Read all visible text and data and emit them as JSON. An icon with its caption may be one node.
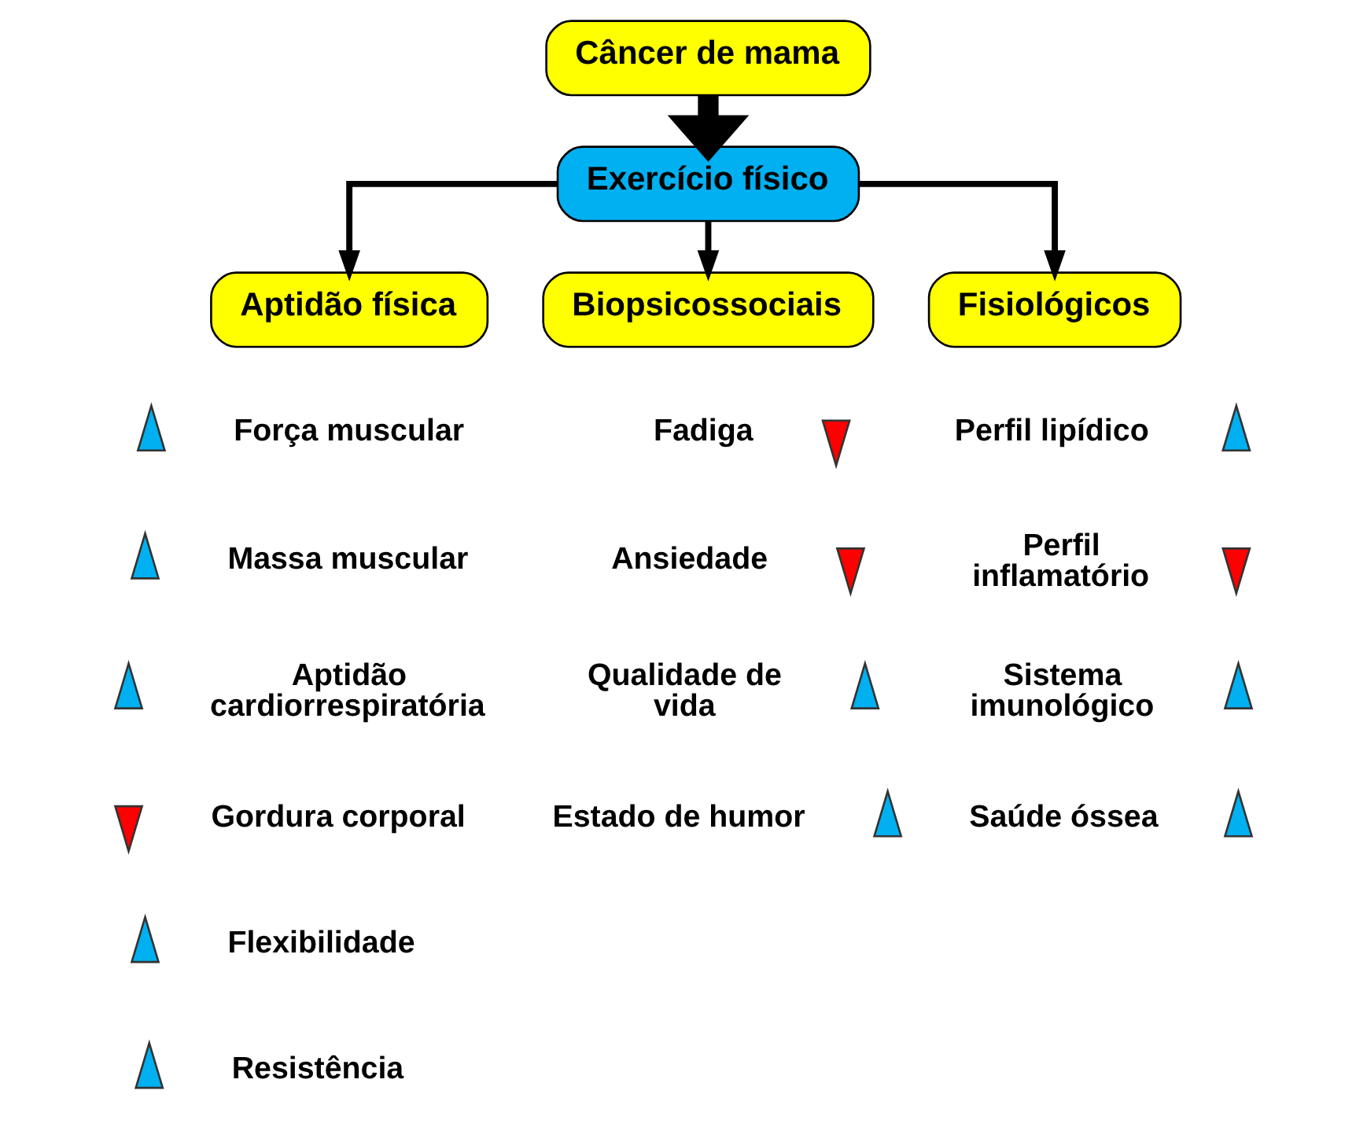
{
  "diagram": {
    "nodes": [
      {
        "text": [
          "Câncer de mama"
        ]
      },
      {
        "text": [
          "Exercício físico"
        ]
      },
      {
        "text": [
          "Aptidão física"
        ]
      },
      {
        "text": [
          "Biopsicossociais"
        ]
      },
      {
        "text": [
          "Fisiológicos"
        ]
      },
      {
        "text": [],
        "shape": "uparrow"
      },
      {
        "text": [],
        "shape": "uparrow"
      },
      {
        "text": [],
        "shape": "uparrow"
      },
      {
        "text": [],
        "shape": "downarrow"
      },
      {
        "text": [],
        "shape": "uparrow"
      },
      {
        "text": [],
        "shape": "uparrow"
      },
      {
        "text": [],
        "shape": "downarrow"
      },
      {
        "text": [],
        "shape": "downarrow"
      },
      {
        "text": [],
        "shape": "uparrow"
      },
      {
        "text": [],
        "shape": "uparrow"
      },
      {
        "text": [],
        "shape": "uparrow"
      },
      {
        "text": [],
        "shape": "downarrow"
      },
      {
        "text": [],
        "shape": "uparrow"
      },
      {
        "text": [],
        "shape": "uparrow"
      }
    ],
    "edges": [
      {
        "from": 0,
        "to": 1,
        "arrow": "to",
        "style": "thick"
      },
      {
        "from": 1,
        "to": 2,
        "arrow": "to"
      },
      {
        "from": 1,
        "to": 3,
        "arrow": "to"
      },
      {
        "from": 1,
        "to": 4,
        "arrow": "to"
      }
    ],
    "labels": [
      "Força muscular",
      "Massa muscular",
      "Aptidão cardiorrespiratória",
      "Gordura corporal",
      "Flexibilidade",
      "Resistência",
      "Fadiga",
      "Ansiedade",
      "Qualidade de vida",
      "Estado de humor",
      "Perfil lipídico",
      "Perfil inflamatório",
      "Sistema imunológico",
      "Saúde óssea"
    ]
  }
}
